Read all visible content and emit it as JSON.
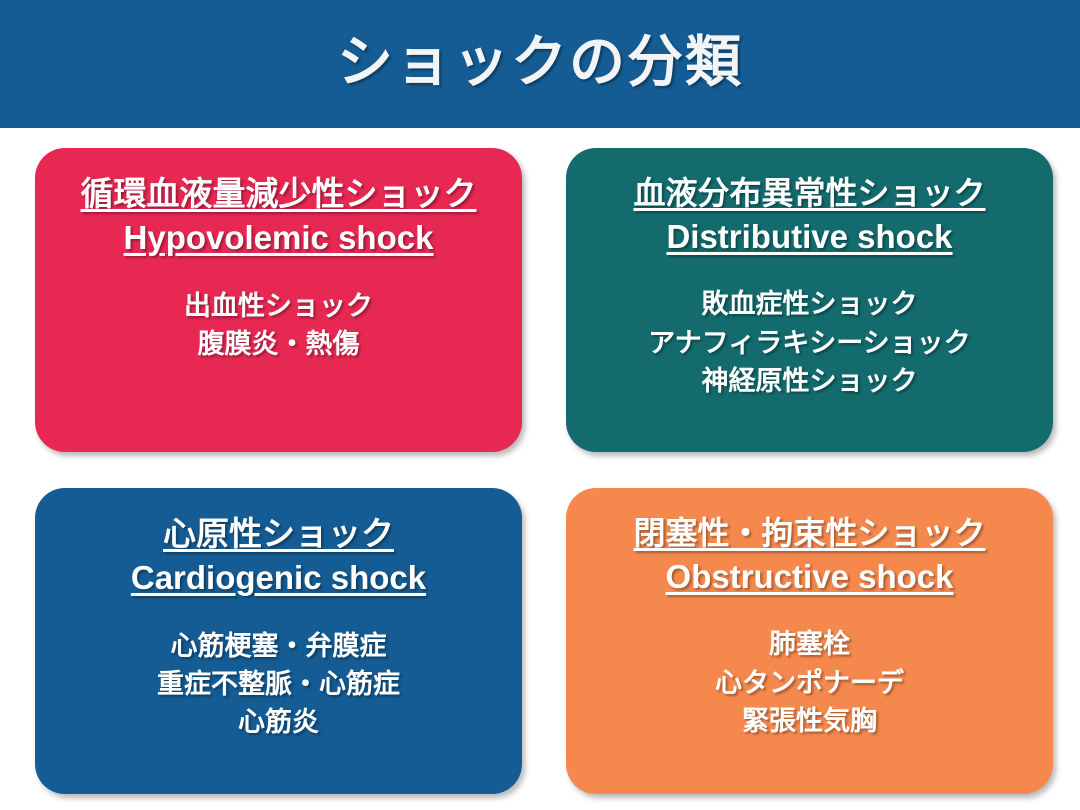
{
  "header": {
    "title": "ショックの分類",
    "background_color": "#145C93",
    "text_color": "#F2F4F6"
  },
  "cards": [
    {
      "id": "hypovolemic",
      "title_jp": "循環血液量減少性ショック",
      "title_en": "Hypovolemic shock",
      "color": "#E62852",
      "items": [
        "出血性ショック",
        "腹膜炎・熱傷"
      ]
    },
    {
      "id": "distributive",
      "title_jp": "血液分布異常性ショック",
      "title_en": "Distributive  shock",
      "color": "#136B6E",
      "items": [
        "敗血症性ショック",
        "アナフィラキシーショック",
        "神経原性ショック"
      ]
    },
    {
      "id": "cardiogenic",
      "title_jp": "心原性ショック",
      "title_en": "Cardiogenic shock",
      "color": "#145C93",
      "items": [
        "心筋梗塞・弁膜症",
        "重症不整脈・心筋症",
        "心筋炎"
      ]
    },
    {
      "id": "obstructive",
      "title_jp": "閉塞性・拘束性ショック",
      "title_en": "Obstructive  shock",
      "color": "#F5884C",
      "items": [
        "肺塞栓",
        "心タンポナーデ",
        "緊張性気胸"
      ]
    }
  ]
}
